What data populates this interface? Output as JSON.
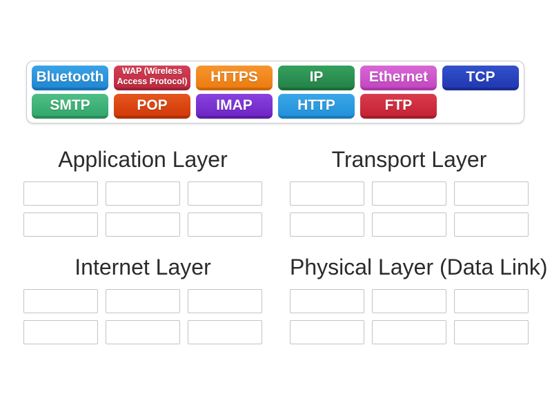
{
  "page": {
    "background": "#ffffff",
    "activity_type": "group-sort"
  },
  "tray": {
    "rows": [
      [
        {
          "id": "bluetooth",
          "label": "Bluetooth",
          "color_top": "#3aa2e6",
          "color_bottom": "#2189d3",
          "color_edge": "#1872b5"
        },
        {
          "id": "wap",
          "label": "WAP (Wireless Access Protocol)",
          "color_top": "#d14055",
          "color_bottom": "#c02a40",
          "color_edge": "#9c2136",
          "small": true
        },
        {
          "id": "https",
          "label": "HTTPS",
          "color_top": "#f6952e",
          "color_bottom": "#ec7d10",
          "color_edge": "#cc660e"
        },
        {
          "id": "ip",
          "label": "IP",
          "color_top": "#34a15d",
          "color_bottom": "#268349",
          "color_edge": "#1d6c3b"
        },
        {
          "id": "ethernet",
          "label": "Ethernet",
          "color_top": "#d868d5",
          "color_bottom": "#c447c1",
          "color_edge": "#a739a4"
        },
        {
          "id": "tcp",
          "label": "TCP",
          "color_top": "#3352cb",
          "color_bottom": "#2138b2",
          "color_edge": "#1a2c91"
        }
      ],
      [
        {
          "id": "smtp",
          "label": "SMTP",
          "color_top": "#4fbe87",
          "color_bottom": "#33a86b",
          "color_edge": "#2a8c59"
        },
        {
          "id": "pop",
          "label": "POP",
          "color_top": "#e5561e",
          "color_bottom": "#d23a0a",
          "color_edge": "#ae3108"
        },
        {
          "id": "imap",
          "label": "IMAP",
          "color_top": "#8842de",
          "color_bottom": "#6f26c6",
          "color_edge": "#5a1ea4"
        },
        {
          "id": "http",
          "label": "HTTP",
          "color_top": "#3ba6e8",
          "color_bottom": "#2392da",
          "color_edge": "#1c79b8"
        },
        {
          "id": "ftp",
          "label": "FTP",
          "color_top": "#d93c4c",
          "color_bottom": "#c52334",
          "color_edge": "#a31d2b"
        }
      ]
    ]
  },
  "groups": [
    {
      "id": "application-layer",
      "title": "Application Layer",
      "slot_count": 6
    },
    {
      "id": "transport-layer",
      "title": "Transport Layer",
      "slot_count": 6
    },
    {
      "id": "internet-layer",
      "title": "Internet Layer",
      "slot_count": 6
    },
    {
      "id": "physical-layer",
      "title": "Physical Layer (Data Link)",
      "slot_count": 6
    }
  ]
}
